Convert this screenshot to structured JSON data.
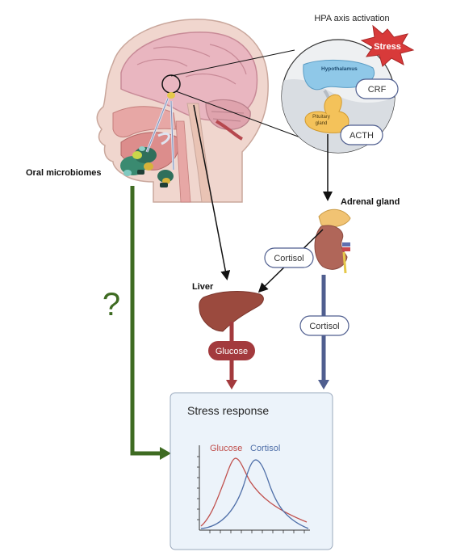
{
  "hpa": {
    "title": "HPA axis activation",
    "stress": "Stress",
    "hypothalamus": "Hypothalamus",
    "crf": "CRF",
    "pituitary_line1": "Pituitary",
    "pituitary_line2": "gland",
    "acth": "ACTH"
  },
  "labels": {
    "oral_microbiomes": "Oral microbiomes",
    "adrenal_gland": "Adrenal gland",
    "liver": "Liver",
    "cortisol_upper": "Cortisol",
    "cortisol_lower": "Cortisol",
    "glucose": "Glucose",
    "question": "?"
  },
  "stress_response": {
    "title": "Stress response",
    "legend_glucose": "Glucose",
    "legend_cortisol": "Cortisol"
  },
  "colors": {
    "green_arrow": "#3e6b22",
    "glucose_red": "#a33a3d",
    "cortisol_blue": "#4f5e8f",
    "panel_fill": "#ecf3fa",
    "liver": "#9b4a3e",
    "stress_star": "#d83a3a"
  }
}
